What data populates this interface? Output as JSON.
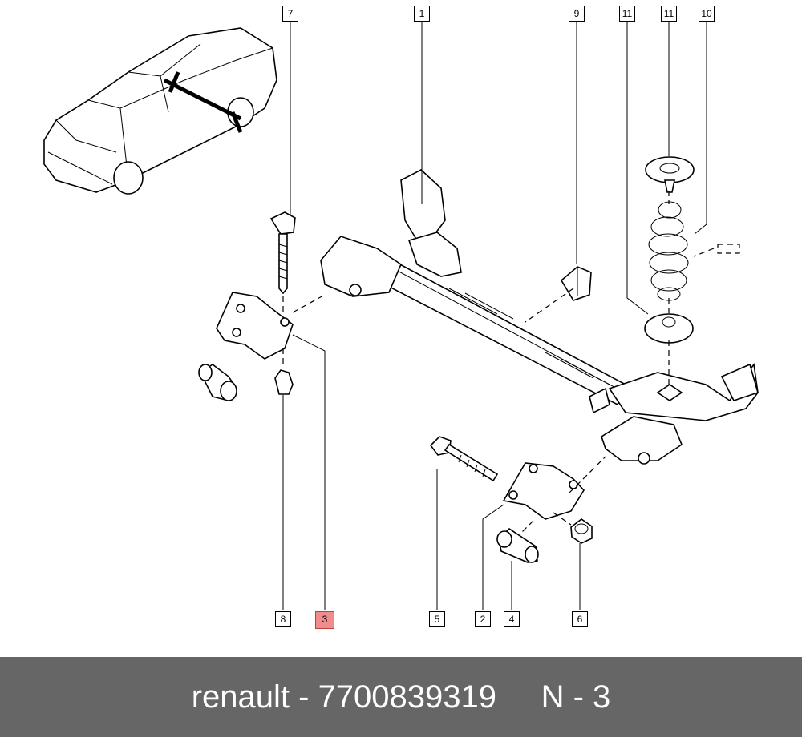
{
  "callouts": [
    {
      "label": "7",
      "highlight": false
    },
    {
      "label": "1",
      "highlight": false
    },
    {
      "label": "9",
      "highlight": false
    },
    {
      "label": "11",
      "highlight": false
    },
    {
      "label": "11",
      "highlight": false
    },
    {
      "label": "10",
      "highlight": false
    },
    {
      "label": "8",
      "highlight": false
    },
    {
      "label": "3",
      "highlight": true
    },
    {
      "label": "5",
      "highlight": false
    },
    {
      "label": "2",
      "highlight": false
    },
    {
      "label": "4",
      "highlight": false
    },
    {
      "label": "6",
      "highlight": false
    }
  ],
  "footer": {
    "brand": "renault",
    "separator": " - ",
    "part_number": "7700839319",
    "spacer": "     ",
    "position": "N - 3"
  },
  "colors": {
    "highlight_fill": "#f08c8c",
    "footer_background": "#666666",
    "footer_text": "#ffffff"
  }
}
